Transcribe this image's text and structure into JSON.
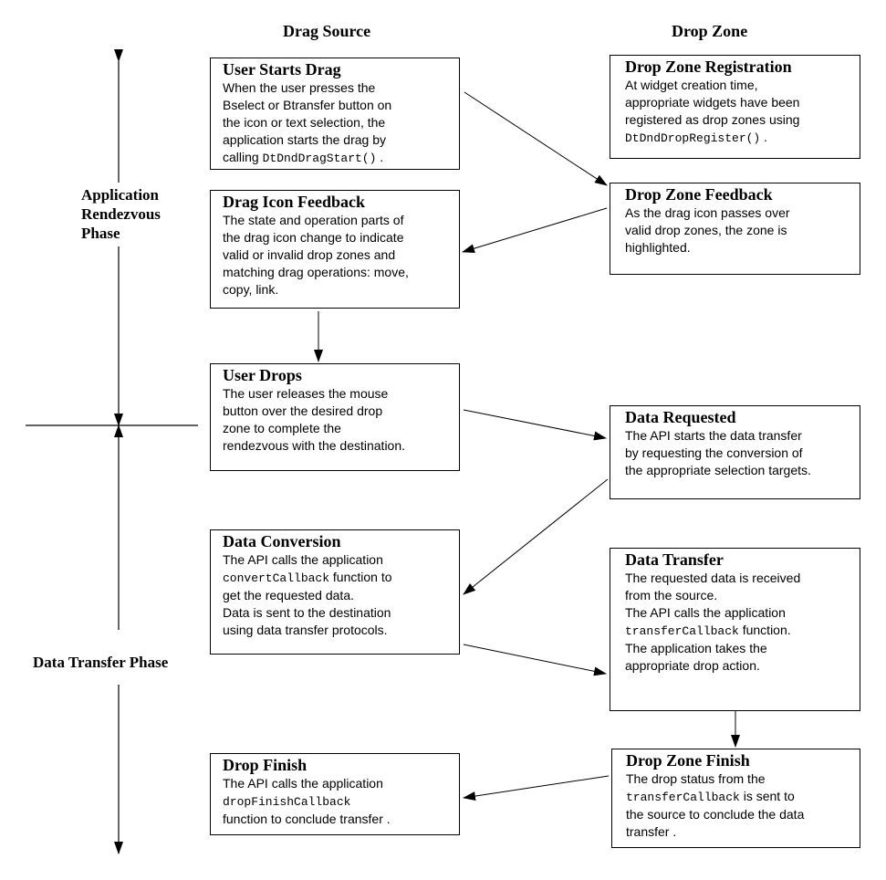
{
  "columns": {
    "source": "Drag Source",
    "zone": "Drop Zone"
  },
  "phases": {
    "rendezvous": [
      "Application",
      "Rendezvous",
      "Phase"
    ],
    "transfer": "Data Transfer Phase"
  },
  "boxes": {
    "user_starts_drag": {
      "title": "User Starts Drag",
      "lines": [
        "When the user presses the",
        "Bselect or Btransfer button on",
        "the icon or text selection, the",
        "application starts the drag by"
      ],
      "last_prefix": "calling ",
      "last_code": "DtDndDragStart()",
      "last_suffix": " ."
    },
    "drag_icon_feedback": {
      "title": "Drag Icon Feedback",
      "lines": [
        "The state and operation parts of",
        "the drag icon change to indicate",
        "valid or invalid drop zones and",
        "matching drag operations: move,",
        "copy, link."
      ]
    },
    "user_drops": {
      "title": "User Drops",
      "lines": [
        "The user releases the mouse",
        "button over the desired drop",
        "zone to complete the",
        "rendezvous with the destination."
      ]
    },
    "data_conversion": {
      "title": "Data Conversion",
      "line1": "The API calls the application",
      "code": "convertCallback",
      "code_suffix": " function to",
      "lines": [
        "get the requested data.",
        "Data is sent to the destination",
        "using data transfer protocols."
      ]
    },
    "drop_finish": {
      "title": "Drop Finish",
      "line1": "The API calls the application",
      "code": "dropFinishCallback",
      "line3": "function to conclude transfer   ."
    },
    "drop_zone_registration": {
      "title": "Drop Zone Registration",
      "lines": [
        "At widget creation time,",
        "appropriate widgets have been",
        "registered as drop zones using"
      ],
      "code": "DtDndDropRegister()",
      "code_suffix": " ."
    },
    "drop_zone_feedback": {
      "title": "Drop Zone Feedback",
      "lines": [
        "As the drag icon passes over",
        "valid drop zones, the zone is",
        "highlighted."
      ]
    },
    "data_requested": {
      "title": "Data Requested",
      "lines": [
        "The API starts the data transfer",
        "by requesting the conversion of",
        "the appropriate selection targets."
      ]
    },
    "data_transfer": {
      "title": "Data Transfer",
      "lines": [
        "The requested data is received",
        "from the source.",
        "The API calls the application"
      ],
      "code": "transferCallback",
      "code_suffix": " function.",
      "lines2": [
        "The application takes the",
        "appropriate drop action."
      ]
    },
    "drop_zone_finish": {
      "title": "Drop Zone Finish",
      "line1": "The drop status from the",
      "code": "transferCallback",
      "code_suffix": " is sent to",
      "lines": [
        "the source to conclude the data",
        "transfer ."
      ]
    }
  }
}
